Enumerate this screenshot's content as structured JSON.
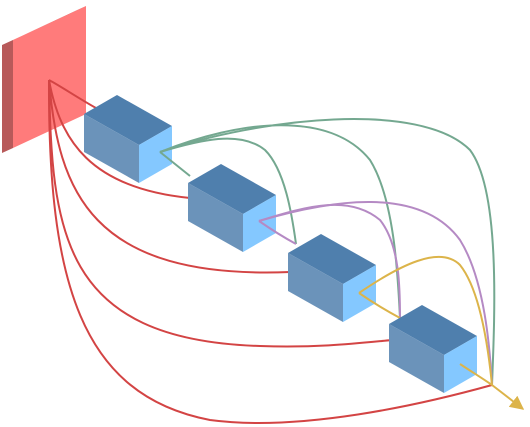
{
  "diagram": {
    "colors": {
      "source_front": "#ff7b7b",
      "source_side": "#b85a5a",
      "source_top": "#a44c4c",
      "box_top": "#4f7fad",
      "box_left": "#6b93ba",
      "box_right": "#84c8ff",
      "red_edge": "#d34444",
      "green_edge": "#74a890",
      "purple_edge": "#b58ac4",
      "yellow_edge": "#dcb44a"
    },
    "nodes": [
      {
        "id": "source",
        "kind": "plane"
      },
      {
        "id": "block-1",
        "kind": "block"
      },
      {
        "id": "block-2",
        "kind": "block"
      },
      {
        "id": "block-3",
        "kind": "block"
      },
      {
        "id": "block-4",
        "kind": "block"
      }
    ],
    "edges": [
      {
        "from": "source",
        "to": "block-1",
        "color": "red"
      },
      {
        "from": "source",
        "to": "block-2",
        "color": "red"
      },
      {
        "from": "source",
        "to": "block-3",
        "color": "red"
      },
      {
        "from": "source",
        "to": "block-4",
        "color": "red"
      },
      {
        "from": "source",
        "to": "output",
        "color": "red"
      },
      {
        "from": "block-1",
        "to": "block-2",
        "color": "green"
      },
      {
        "from": "block-1",
        "to": "block-3",
        "color": "green"
      },
      {
        "from": "block-1",
        "to": "block-4",
        "color": "green"
      },
      {
        "from": "block-1",
        "to": "output",
        "color": "green"
      },
      {
        "from": "block-2",
        "to": "block-3",
        "color": "purple"
      },
      {
        "from": "block-2",
        "to": "block-4",
        "color": "purple"
      },
      {
        "from": "block-2",
        "to": "output",
        "color": "purple"
      },
      {
        "from": "block-3",
        "to": "block-4",
        "color": "yellow"
      },
      {
        "from": "block-3",
        "to": "output",
        "color": "yellow"
      },
      {
        "from": "block-4",
        "to": "output",
        "color": "yellow"
      }
    ]
  }
}
